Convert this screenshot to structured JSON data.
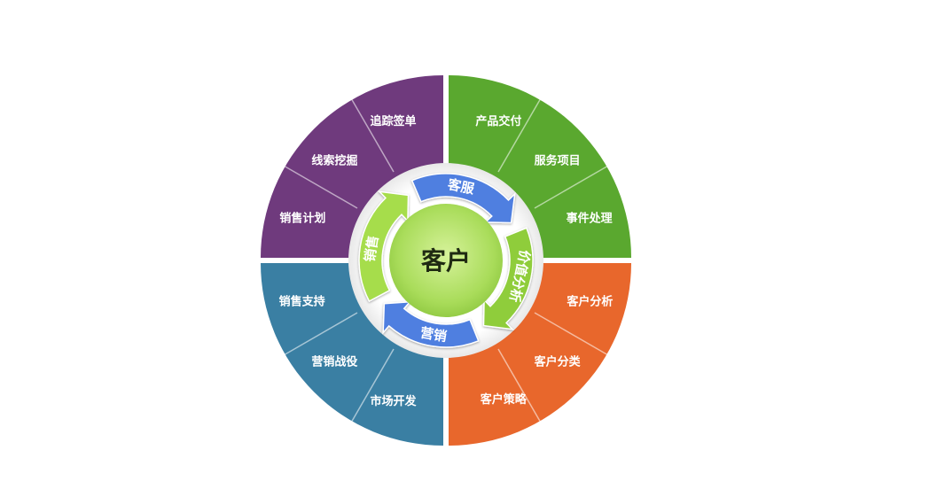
{
  "center": {
    "label": "客户"
  },
  "quadrants": [
    {
      "key": "sales",
      "color": "#6f3a7d",
      "arrow_label": "销售",
      "arrow_color": "#a6dd4c",
      "items": [
        "销售计划",
        "线索挖掘",
        "追踪签单"
      ]
    },
    {
      "key": "service",
      "color": "#5aa82f",
      "arrow_label": "客服",
      "arrow_color": "#4f7fe0",
      "items": [
        "产品交付",
        "服务项目",
        "事件处理"
      ]
    },
    {
      "key": "value",
      "color": "#e8672c",
      "arrow_label": "价值分析",
      "arrow_color": "#8fcd3b",
      "items": [
        "客户分析",
        "客户分类",
        "客户策略"
      ]
    },
    {
      "key": "marketing",
      "color": "#3a7fa3",
      "arrow_label": "营销",
      "arrow_color": "#4f7fe0",
      "items": [
        "销售支持",
        "营销战役",
        "市场开发"
      ]
    }
  ]
}
